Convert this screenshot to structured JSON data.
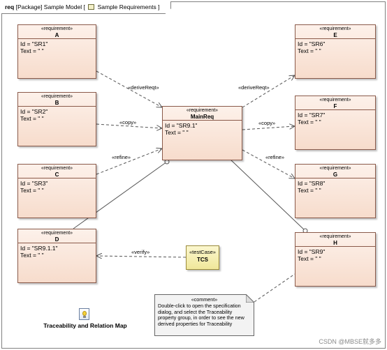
{
  "frame": {
    "keyword": "req",
    "title": "[Package] Sample Model [",
    "diagram_name": "Sample Requirements",
    "close_bracket": "]"
  },
  "requirements": [
    {
      "key": "A",
      "stereotype": "«requirement»",
      "name": "A",
      "id": "Id = \"SR1\"",
      "text": "Text = \" \""
    },
    {
      "key": "B",
      "stereotype": "«requirement»",
      "name": "B",
      "id": "Id = \"SR2\"",
      "text": "Text = \" \""
    },
    {
      "key": "C",
      "stereotype": "«requirement»",
      "name": "C",
      "id": "Id = \"SR3\"",
      "text": "Text = \" \""
    },
    {
      "key": "D",
      "stereotype": "«requirement»",
      "name": "D",
      "id": "Id = \"SR9.1.1\"",
      "text": "Text = \" \""
    },
    {
      "key": "MainReq",
      "stereotype": "«requirement»",
      "name": "MainReq",
      "id": "Id = \"SR9.1\"",
      "text": "Text = \" \""
    },
    {
      "key": "E",
      "stereotype": "«requirement»",
      "name": "E",
      "id": "Id = \"SR6\"",
      "text": "Text = \" \""
    },
    {
      "key": "F",
      "stereotype": "«requirement»",
      "name": "F",
      "id": "Id = \"SR7\"",
      "text": "Text = \" \""
    },
    {
      "key": "G",
      "stereotype": "«requirement»",
      "name": "G",
      "id": "Id = \"SR8\"",
      "text": "Text = \" \""
    },
    {
      "key": "H",
      "stereotype": "«requirement»",
      "name": "H",
      "id": "Id = \"SR9\"",
      "text": "Text = \" \""
    }
  ],
  "relations": {
    "deriveReqt_left": "«deriveReqt»",
    "copy_left": "«copy»",
    "refine_left": "«refine»",
    "deriveReqt_right": "«deriveReqt»",
    "copy_right": "«copy»",
    "refine_right": "«refine»",
    "verify": "«verify»"
  },
  "test_case": {
    "stereotype": "«testCase»",
    "name": "TCS"
  },
  "comment": {
    "stereotype": "«comment»",
    "lines": [
      "Double-click to open the specification",
      "dialog, and select the Traceability",
      "property group, in order to see the new",
      "derived properties for Traceability"
    ]
  },
  "map": {
    "label": "Traceability and Relation Map",
    "icon": "lightbulb-icon"
  },
  "watermark": "CSDN @MBSE就多多",
  "colors": {
    "requirement_fill": "#f7dccc",
    "requirement_border": "#8a5a4a",
    "testcase_fill": "#f0e79a",
    "comment_fill": "#f3f3f3"
  }
}
